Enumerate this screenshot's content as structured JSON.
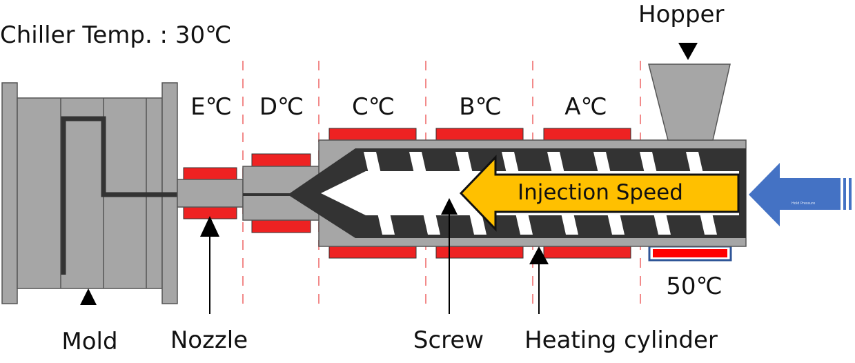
{
  "diagram": {
    "title": "Injection molding machine schematic",
    "chiller_label": "Chiller Temp. : 30℃",
    "zones": [
      {
        "id": "E",
        "label": "E℃"
      },
      {
        "id": "D",
        "label": "D℃"
      },
      {
        "id": "C",
        "label": "C℃"
      },
      {
        "id": "B",
        "label": "B℃"
      },
      {
        "id": "A",
        "label": "A℃"
      }
    ],
    "hopper_label": "Hopper",
    "hopper_heater_label": "50℃",
    "injection_label": "Injection Speed",
    "pressure_arrow_label": "Hold Pressure",
    "components": {
      "mold": "Mold",
      "nozzle": "Nozzle",
      "screw": "Screw",
      "heating_cylinder": "Heating cylinder"
    },
    "colors": {
      "steel": "#a6a6a6",
      "melt": "#333333",
      "heater": "#ee2222",
      "zone_divider": "#f28a8a",
      "injection_arrow": "#ffc000",
      "pressure_arrow": "#4472c4",
      "hopper_heater_border": "#2f5597"
    }
  }
}
